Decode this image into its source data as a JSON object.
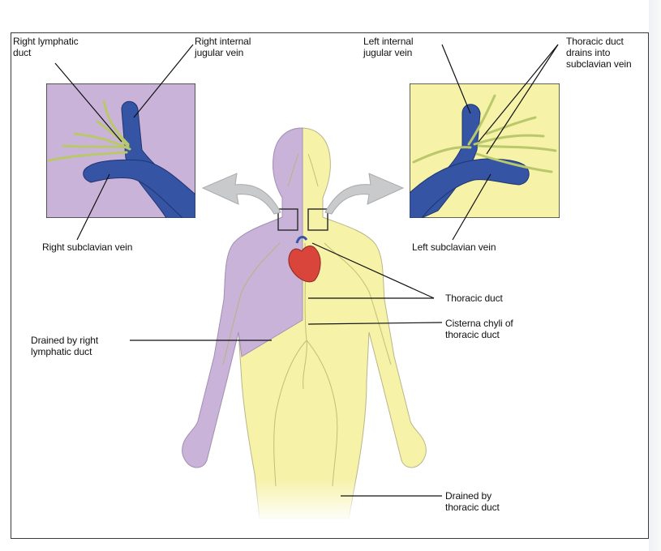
{
  "labels": {
    "right_lymphatic_duct": "Right lymphatic\nduct",
    "right_internal_jugular": "Right internal\njugular vein",
    "left_internal_jugular": "Left internal\njugular vein",
    "thoracic_duct_drains": "Thoracic duct\ndrains into\nsubclavian vein",
    "right_subclavian": "Right subclavian vein",
    "left_subclavian": "Left subclavian vein",
    "thoracic_duct": "Thoracic duct",
    "cisterna_chyli": "Cisterna chyli of\nthoracic duct",
    "drained_right": "Drained by right\nlymphatic duct",
    "drained_thoracic": "Drained by\nthoracic duct"
  },
  "colors": {
    "right_region": "#c9b3d9",
    "left_region": "#f6f2a8",
    "vein": "#3554a4",
    "lymph_vessel": "#b9c86a",
    "heart": "#d9453a",
    "arrow": "#c8cacc"
  }
}
